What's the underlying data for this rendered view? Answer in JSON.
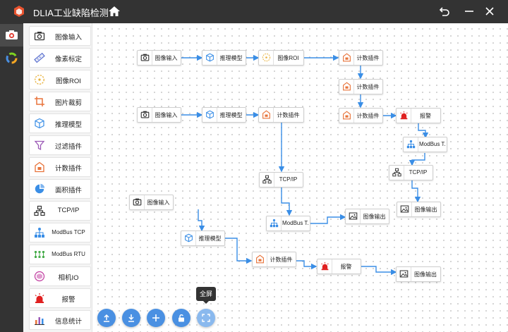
{
  "app": {
    "title": "DLIA工业缺陷检测"
  },
  "palette": [
    {
      "label": "图像输入",
      "icon": "camera-icon"
    },
    {
      "label": "像素标定",
      "icon": "ruler-icon"
    },
    {
      "label": "图像ROI",
      "icon": "roi-icon"
    },
    {
      "label": "图片裁剪",
      "icon": "crop-icon"
    },
    {
      "label": "推理模型",
      "icon": "cube-icon"
    },
    {
      "label": "过滤插件",
      "icon": "filter-icon"
    },
    {
      "label": "计数插件",
      "icon": "counter-icon"
    },
    {
      "label": "面积插件",
      "icon": "pie-icon"
    },
    {
      "label": "TCP/IP",
      "icon": "network-icon"
    },
    {
      "label": "ModBus TCP",
      "icon": "modbus-tcp-icon"
    },
    {
      "label": "ModBus RTU",
      "icon": "modbus-rtu-icon"
    },
    {
      "label": "相机IO",
      "icon": "camera-io-icon"
    },
    {
      "label": "报警",
      "icon": "alarm-icon"
    },
    {
      "label": "信息统计",
      "icon": "stats-icon"
    }
  ],
  "nodes": [
    {
      "label": "图像输入",
      "icon": "camera-icon"
    },
    {
      "label": "推理模型",
      "icon": "cube-icon"
    },
    {
      "label": "图像ROI",
      "icon": "roi-icon"
    },
    {
      "label": "计数插件",
      "icon": "counter-icon"
    },
    {
      "label": "计数插件",
      "icon": "counter-icon"
    },
    {
      "label": "计数插件",
      "icon": "counter-icon"
    },
    {
      "label": "报警",
      "icon": "alarm-icon"
    },
    {
      "label": "ModBus T...",
      "icon": "modbus-tcp-icon"
    },
    {
      "label": "TCP/IP",
      "icon": "network-icon"
    },
    {
      "label": "图像输出",
      "icon": "image-icon"
    },
    {
      "label": "图像输入",
      "icon": "camera-icon"
    },
    {
      "label": "推理模型",
      "icon": "cube-icon"
    },
    {
      "label": "计数插件",
      "icon": "counter-icon"
    },
    {
      "label": "TCP/IP",
      "icon": "network-icon"
    },
    {
      "label": "ModBus T...",
      "icon": "modbus-tcp-icon"
    },
    {
      "label": "图像输出",
      "icon": "image-icon"
    },
    {
      "label": "图像输入",
      "icon": "camera-icon"
    },
    {
      "label": "推理模型",
      "icon": "cube-icon"
    },
    {
      "label": "计数插件",
      "icon": "counter-icon"
    },
    {
      "label": "报警",
      "icon": "alarm-icon"
    },
    {
      "label": "图像输出",
      "icon": "image-icon"
    }
  ],
  "toolbar": {
    "tooltip": "全屏",
    "buttons": [
      "upload-icon",
      "download-icon",
      "add-icon",
      "unlock-icon",
      "fullscreen-icon"
    ]
  },
  "colors": {
    "titlebar": "#333333",
    "accent": "#4a90e2",
    "edge": "#3a8ee6",
    "alarm": "#e02020",
    "counter": "#e8743b"
  }
}
